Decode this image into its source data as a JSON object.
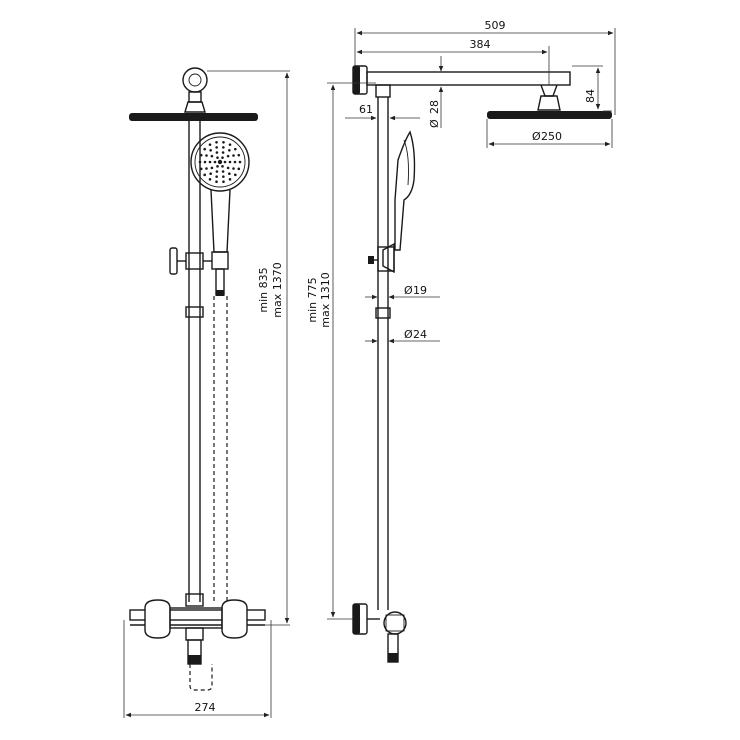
{
  "dimensions": {
    "front_width": "274",
    "front_height_min": "min 835",
    "front_height_max": "max 1370",
    "side_height_min": "min 775",
    "side_height_max": "max 1310",
    "total_depth": "509",
    "arm_length": "384",
    "wall_offset": "61",
    "arm_diameter": "28",
    "head_drop": "84",
    "head_diameter": "250",
    "upper_tube_diameter": "19",
    "lower_tube_diameter": "24",
    "diameter_symbol": "Ø"
  }
}
